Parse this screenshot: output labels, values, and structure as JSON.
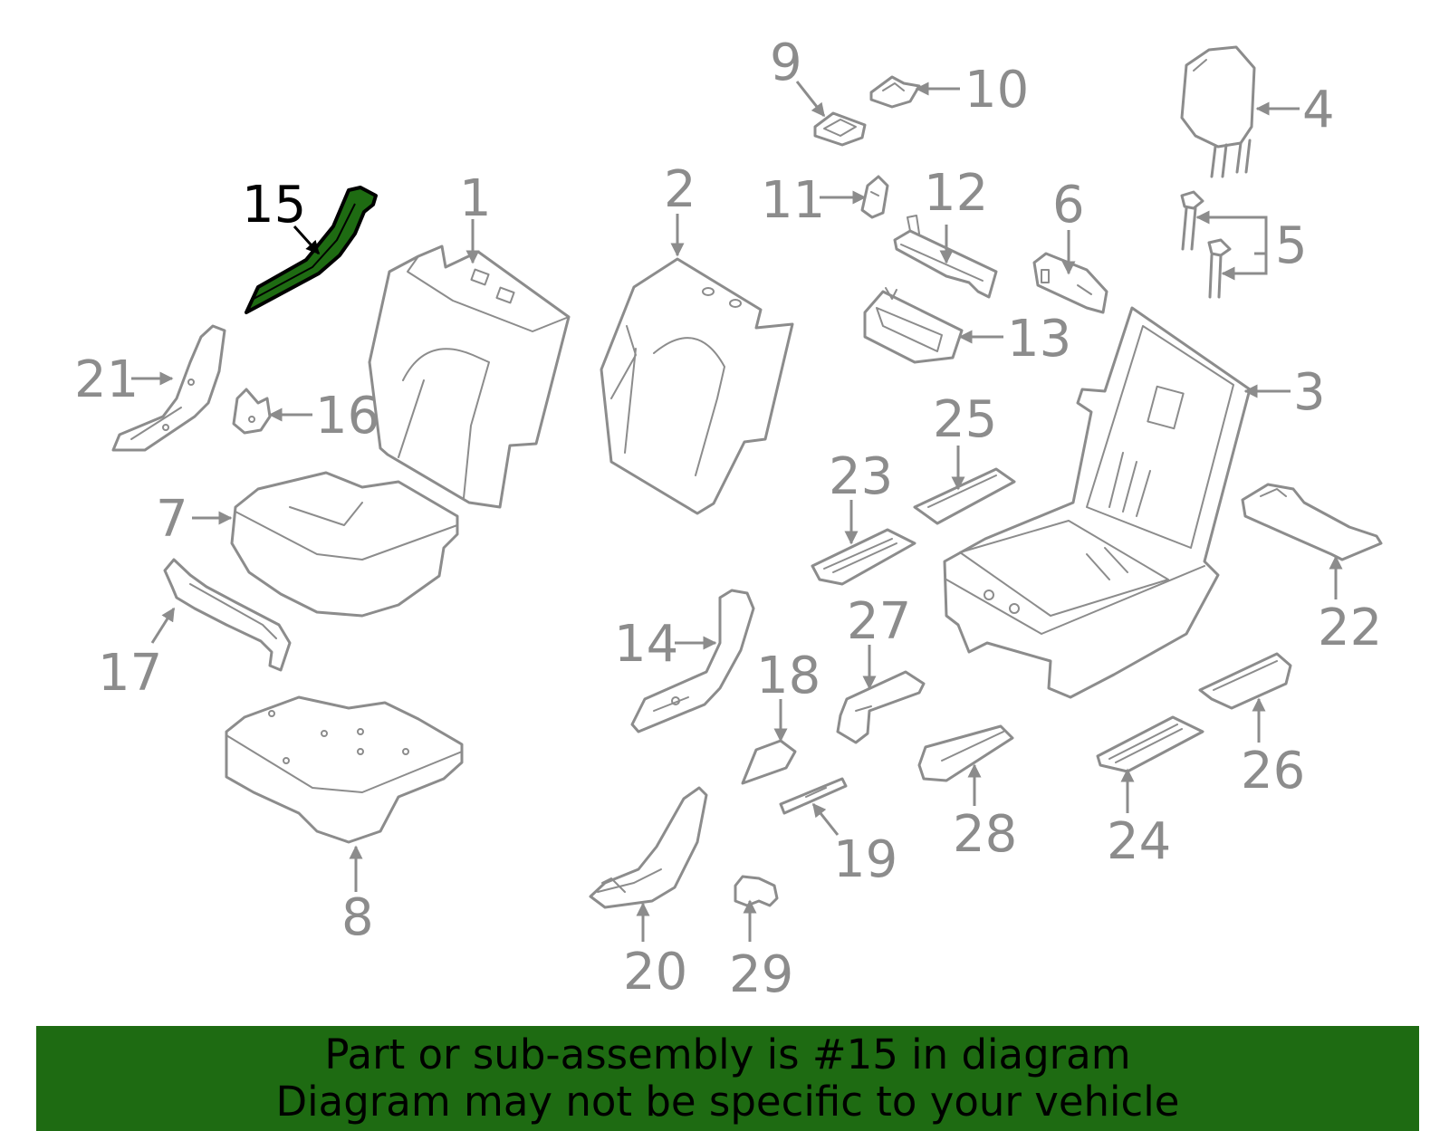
{
  "colors": {
    "highlight": "#1e6b12",
    "outline": "#8c8c8c",
    "highlight_outline": "#000000",
    "background": "#ffffff"
  },
  "diagram": {
    "highlighted_part": "15",
    "callouts": [
      "1",
      "2",
      "3",
      "4",
      "5",
      "6",
      "7",
      "8",
      "9",
      "10",
      "11",
      "12",
      "13",
      "14",
      "15",
      "16",
      "17",
      "18",
      "19",
      "20",
      "21",
      "22",
      "23",
      "24",
      "25",
      "26",
      "27",
      "28",
      "29"
    ]
  },
  "banner": {
    "line1": "Part or sub-assembly is #15 in diagram",
    "line2": "Diagram may not be specific to your vehicle"
  }
}
